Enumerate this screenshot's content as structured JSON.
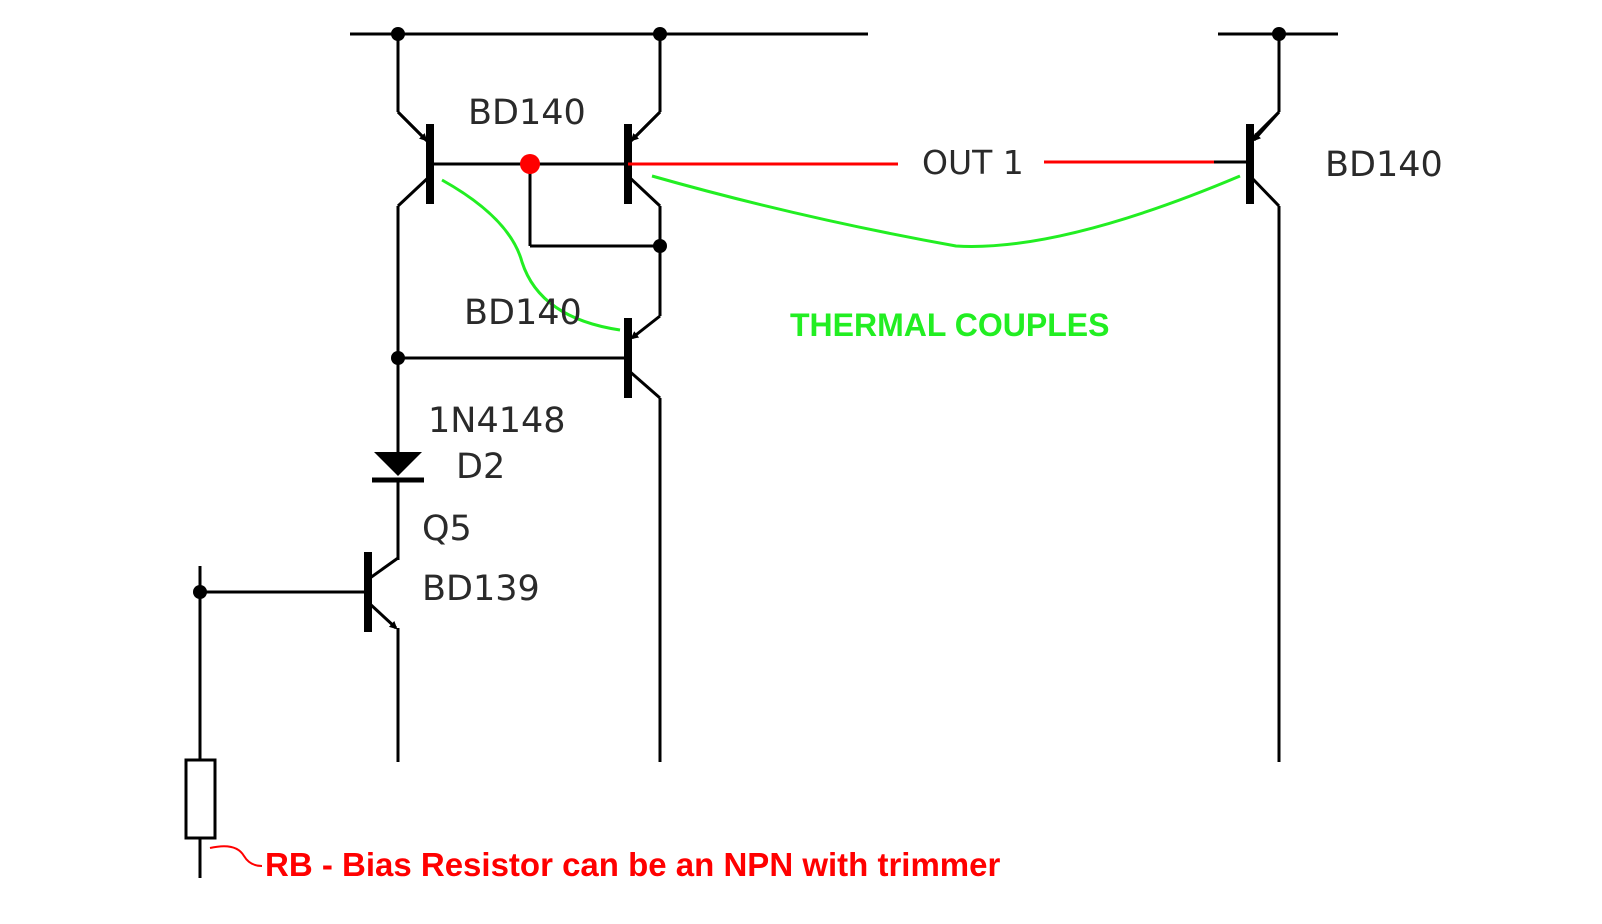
{
  "colors": {
    "wire": "#000000",
    "text": "#2a2a2a",
    "red": "#ff0000",
    "green": "#22ee22",
    "background": "#ffffff"
  },
  "labels": {
    "q_top_left": "BD140",
    "q_middle": "BD140",
    "q_output": "BD140",
    "diode_part": "1N4148",
    "diode_ref": "D2",
    "q5_ref": "Q5",
    "q5_part": "BD139",
    "output_node": "OUT 1",
    "thermal_note": "THERMAL COUPLES",
    "bias_note": "RB - Bias Resistor can be an NPN with trimmer"
  }
}
